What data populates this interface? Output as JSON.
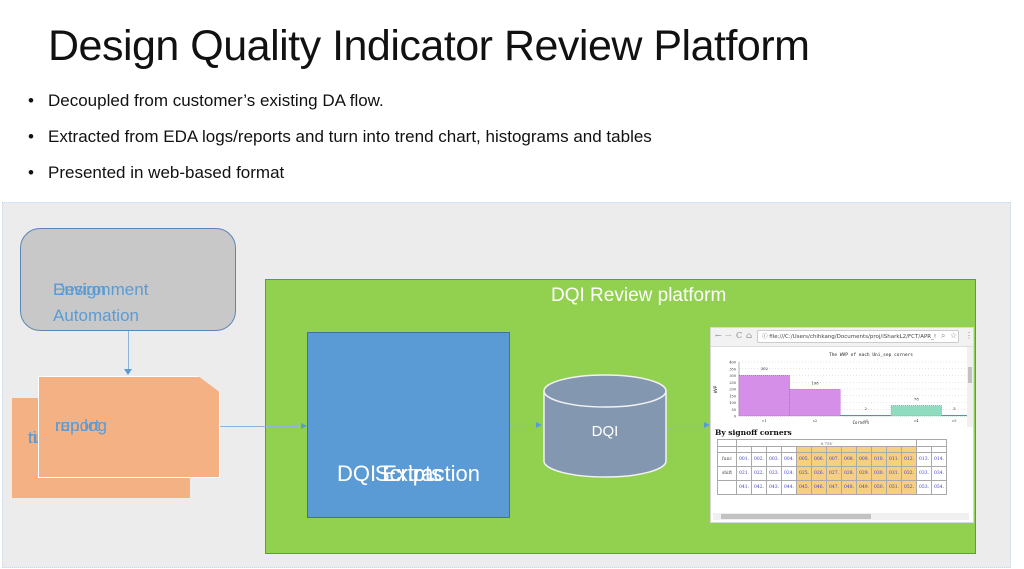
{
  "slide": {
    "title": "Design Quality Indicator Review Platform",
    "bullets": [
      "Decoupled from customer’s existing DA flow.",
      "Extracted from EDA logs/reports and turn into trend chart, histograms and tables",
      "Presented in web-based format"
    ],
    "bullet_glyph": "•"
  },
  "diagram": {
    "dae_label_line1": "Design Automation",
    "dae_label_line2": "Environment",
    "doc_back_lines": [
      "ru",
      "tir",
      "..."
    ],
    "doc_front_lines": [
      "run.log",
      "report",
      "..."
    ],
    "platform_label": "DQI Review platform",
    "scripts_line1": "DQI Extraction",
    "scripts_line2": "Scripts",
    "db_label": "DQI",
    "colors": {
      "canvas": "#ececec",
      "dae_fill": "#c8c8c8",
      "doc_fill": "#f4b183",
      "platform_fill": "#92d050",
      "scripts_fill": "#5b9bd5",
      "db_fill": "#8497b0",
      "text_blue": "#5b9bd5"
    }
  },
  "browser": {
    "nav_back": "←",
    "nav_forward": "→",
    "nav_reload": "C",
    "nav_home": "⌂",
    "url": "ⓘ file:///C:/Users/chihkang/Documents/proj/iSharkL2/FCT/APR_!",
    "zoom_icon": "⌕",
    "star_icon": "☆",
    "menu_icon": "⋮",
    "section_title": "By signoff corners",
    "table": {
      "voltage": "0.75V",
      "rows": [
        "func",
        "shift",
        ""
      ],
      "cells": [
        [
          "001.",
          "002.",
          "003.",
          "004.",
          "005.",
          "006.",
          "007.",
          "008.",
          "009.",
          "010.",
          "011.",
          "012.",
          "013.",
          "014."
        ],
        [
          "021.",
          "022.",
          "023.",
          "024.",
          "025.",
          "026.",
          "027.",
          "028.",
          "029.",
          "030.",
          "031.",
          "032.",
          "033.",
          "034."
        ],
        [
          "041.",
          "042.",
          "043.",
          "044.",
          "045.",
          "046.",
          "047.",
          "048.",
          "049.",
          "050.",
          "051.",
          "052.",
          "053.",
          "054."
        ]
      ],
      "highlight_cols": [
        4,
        5,
        6,
        7,
        8,
        9,
        10,
        11
      ]
    }
  },
  "chart_data": {
    "type": "bar",
    "title": "The WVP of each Uni_sep corners",
    "xlabel": "Corners",
    "ylabel": "WVP",
    "categories": [
      "c1",
      "c2",
      "c3",
      "c4",
      "c5"
    ],
    "values": [
      302,
      198,
      2,
      78,
      3
    ],
    "data_labels": [
      "302",
      "198",
      "2",
      "78",
      "3"
    ],
    "bar_colors": [
      "#d68fe8",
      "#d68fe8",
      "#2f7fb0",
      "#8fdcc0",
      "#2f7fb0"
    ],
    "ylim": [
      0,
      400
    ],
    "yticks": [
      0,
      50,
      100,
      150,
      200,
      250,
      300,
      350,
      400
    ],
    "grid": true
  }
}
